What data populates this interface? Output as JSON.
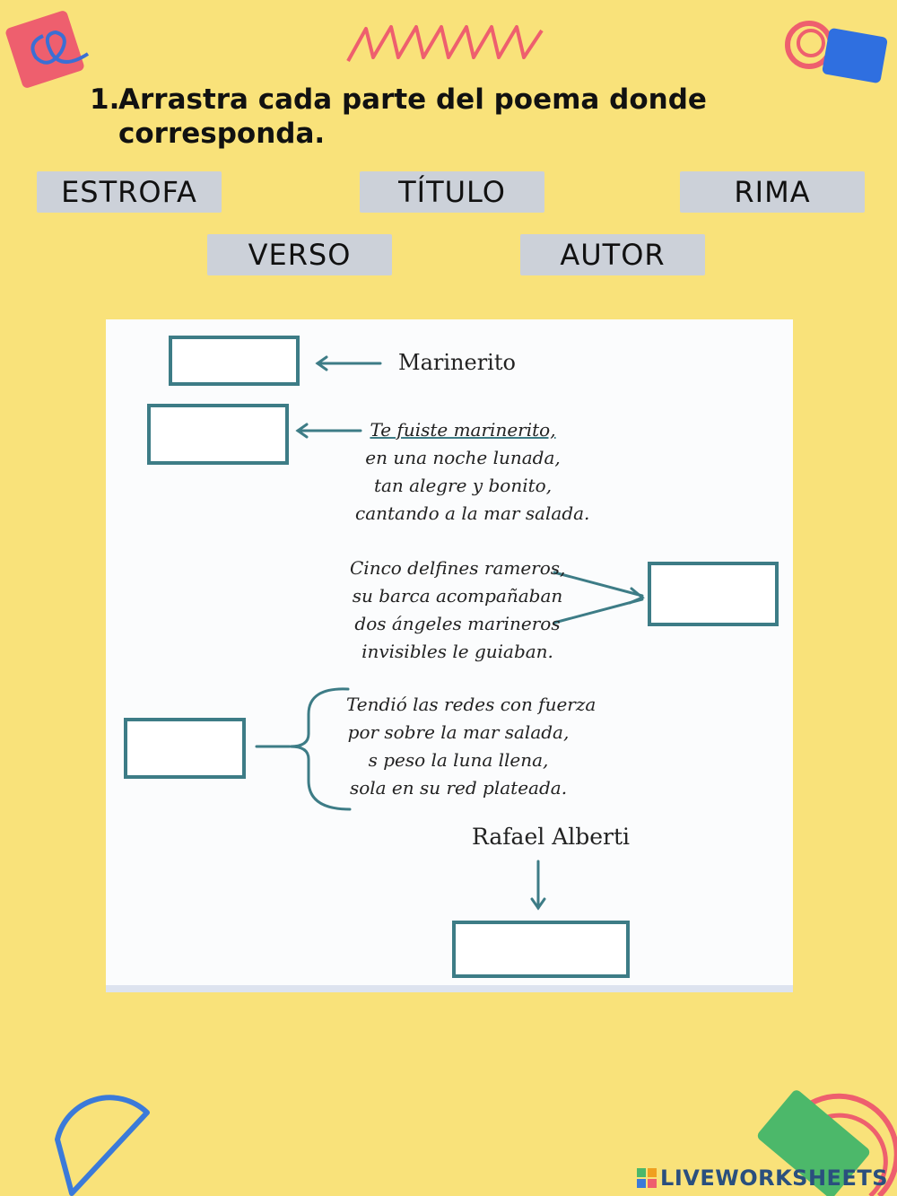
{
  "instruction": {
    "number": "1.",
    "text": "Arrastra cada parte del poema donde corresponda."
  },
  "chips": [
    "ESTROFA",
    "TÍTULO",
    "RIMA",
    "VERSO",
    "AUTOR"
  ],
  "poem": {
    "title": "Marinerito",
    "stanza1": [
      "Te fuiste marinerito,",
      "en una noche lunada,",
      "tan alegre y bonito,",
      "cantando a la mar salada."
    ],
    "stanza2": [
      "Cinco delfines rameros,",
      "su barca acompañaban",
      "dos ángeles marineros",
      "invisibles le guiaban."
    ],
    "stanza3": [
      "Tendió las redes con fuerza",
      "por sobre la mar salada,",
      "s peso la luna llena,",
      "sola en su red plateada."
    ],
    "author": "Rafael Alberti"
  },
  "brand": {
    "name": "LIVEWORKSHEETS"
  },
  "colors": {
    "background": "#f9e27a",
    "chip": "#ccd1d9",
    "box_border": "#3d7c86"
  }
}
